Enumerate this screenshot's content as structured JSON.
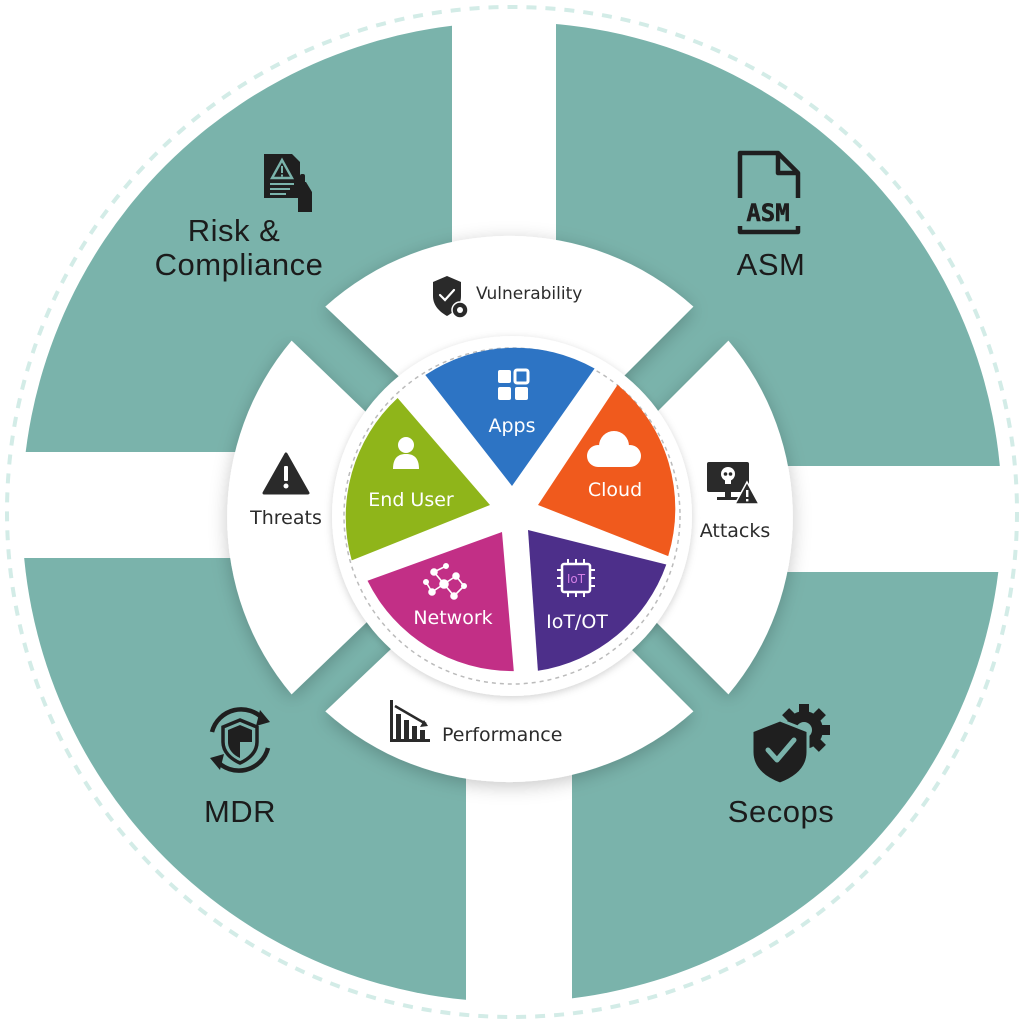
{
  "colors": {
    "teal": "#7ab3ab",
    "dashed_ring": "#d3ece7",
    "apps": "#2d74c4",
    "cloud": "#f05a1d",
    "iot": "#4d2f8a",
    "network": "#c22f86",
    "end_user": "#8fb51a",
    "icon_dark": "#2a2a2a"
  },
  "quadrants": {
    "top_left": {
      "label_line1": "Risk &",
      "label_line2": "Compliance",
      "icon": "risk-document-icon"
    },
    "top_right": {
      "label": "ASM",
      "icon": "asm-file-icon"
    },
    "bottom_left": {
      "label": "MDR",
      "icon": "shield-refresh-icon"
    },
    "bottom_right": {
      "label": "Secops",
      "icon": "shield-gear-icon"
    }
  },
  "middle_ring": {
    "vulnerability": {
      "label": "Vulnerability",
      "icon": "shield-check-gear-icon"
    },
    "attacks": {
      "label": "Attacks",
      "icon": "monitor-skull-icon"
    },
    "performance": {
      "label": "Performance",
      "icon": "declining-chart-icon"
    },
    "threats": {
      "label": "Threats",
      "icon": "warning-triangle-icon"
    }
  },
  "inner_segments": {
    "apps": {
      "label": "Apps",
      "icon": "grid-apps-icon"
    },
    "cloud": {
      "label": "Cloud",
      "icon": "cloud-icon"
    },
    "iot": {
      "label": "IoT/OT",
      "icon": "chip-icon",
      "chip_text": "IoT"
    },
    "network": {
      "label": "Network",
      "icon": "network-nodes-icon"
    },
    "end_user": {
      "label": "End User",
      "icon": "user-icon"
    }
  }
}
